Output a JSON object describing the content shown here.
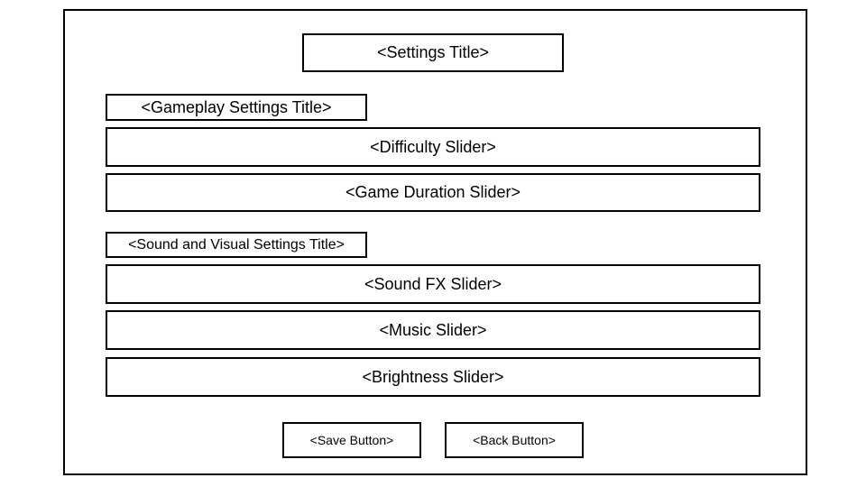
{
  "settings_title": "<Settings Title>",
  "gameplay": {
    "title": "<Gameplay Settings Title>",
    "difficulty_slider": "<Difficulty Slider>",
    "game_duration_slider": "<Game Duration Slider>"
  },
  "sound_visual": {
    "title": "<Sound and Visual Settings Title>",
    "sound_fx_slider": "<Sound FX Slider>",
    "music_slider": "<Music Slider>",
    "brightness_slider": "<Brightness Slider>"
  },
  "buttons": {
    "save": "<Save Button>",
    "back": "<Back Button>"
  }
}
